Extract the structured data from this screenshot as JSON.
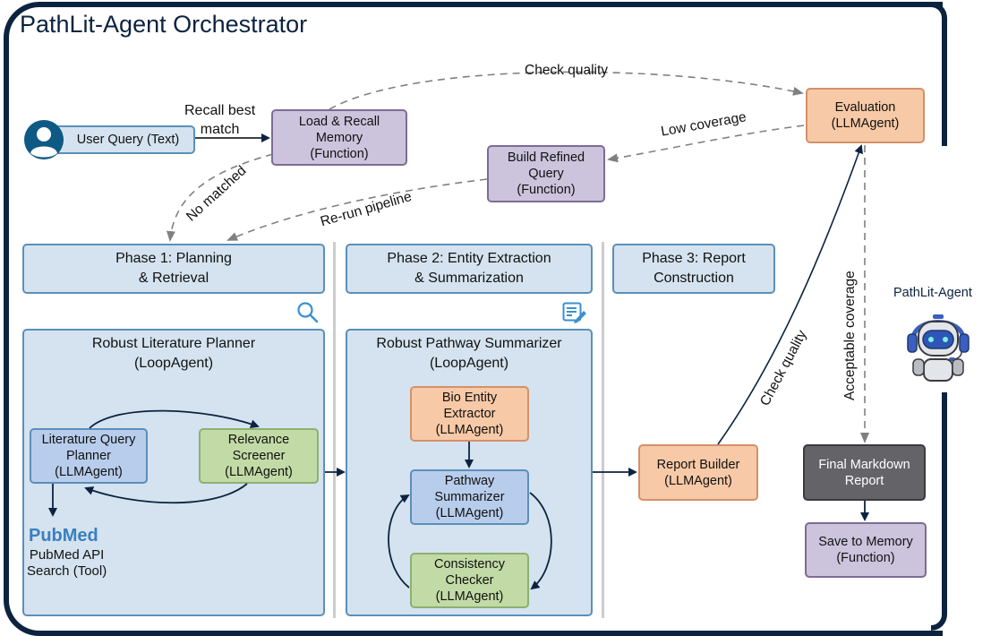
{
  "title": "PathLit-Agent Orchestrator",
  "agent_name": "PathLit-Agent",
  "colors": {
    "frame": "#0c2340",
    "phase_fill": "#d4e3ef",
    "function_fill": "#ccc4dd",
    "llmagent_orange": "#f7c9a6",
    "llmagent_green": "#c2dba6",
    "llmagent_blue": "#b8cdec",
    "final_report": "#646367"
  },
  "nodes": {
    "user_query": "User Query (Text)",
    "load_recall": "Load & Recall\nMemory\n(Function)",
    "build_refined": "Build Refined\nQuery\n(Function)",
    "evaluation": "Evaluation\n(LLMAgent)",
    "final_report": "Final Markdown\nReport",
    "save_memory": "Save to Memory\n(Function)",
    "report_builder": "Report Builder\n(LLMAgent)"
  },
  "phases": [
    {
      "label": "Phase 1: Planning\n& Retrieval",
      "icon": "search-icon"
    },
    {
      "label": "Phase 2: Entity Extraction\n& Summarization",
      "icon": "edit-document-icon"
    },
    {
      "label": "Phase 3: Report\nConstruction"
    }
  ],
  "phase1": {
    "container_title": "Robust Literature Planner\n(LoopAgent)",
    "query_planner": "Literature Query\nPlanner\n(LLMAgent)",
    "relevance_screener": "Relevance\nScreener\n(LLMAgent)",
    "pubmed_logo": "PubMed",
    "pubmed_tool": "PubMed API\nSearch (Tool)"
  },
  "phase2": {
    "container_title": "Robust Pathway Summarizer\n(LoopAgent)",
    "bio_entity": "Bio Entity\nExtractor\n(LLMAgent)",
    "pathway_summarizer": "Pathway\nSummarizer\n(LLMAgent)",
    "consistency_checker": "Consistency\nChecker\n(LLMAgent)"
  },
  "edge_labels": {
    "recall_best_match": "Recall best\nmatch",
    "check_quality_top": "Check quality",
    "low_coverage": "Low coverage",
    "no_matched": "No matched",
    "rerun_pipeline": "Re-run pipeline",
    "check_quality_side": "Check quality",
    "acceptable_coverage": "Acceptable coverage"
  }
}
